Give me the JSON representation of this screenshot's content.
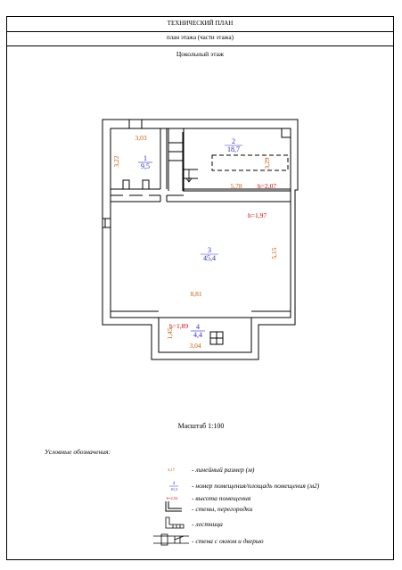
{
  "header": {
    "title": "ТЕХНИЧЕСКИЙ ПЛАН",
    "subtitle": "план этажа (части этажа)"
  },
  "floor_name": "Цокольный этаж",
  "rooms": [
    {
      "number": "1",
      "area": "9,5"
    },
    {
      "number": "2",
      "area": "18,7"
    },
    {
      "number": "3",
      "area": "45,4"
    },
    {
      "number": "4",
      "area": "4,4"
    }
  ],
  "dimensions": {
    "r1_width": "3,03",
    "r1_height": "3,22",
    "r2_width": "5,78",
    "r2_height": "3,29",
    "r3_width": "8,81",
    "r3_height": "5,15",
    "r4_width": "3,04",
    "r4_height": "1,45"
  },
  "heights": {
    "r2": "h=2,07",
    "r3": "h=1,97",
    "r4": "h=1,89"
  },
  "scale": "Масштаб 1:100",
  "legend": {
    "title": "Условные обозначения:",
    "linear_sample": "4,17",
    "linear_label": "- линейный размер (м)",
    "room_sample_number": "4",
    "room_sample_area": "10,3",
    "room_label": "- номер помещения/площадь помещения (м2)",
    "height_sample": "h=2,52",
    "height_label": "- высота помещения",
    "walls_label": "- стены, перегородки",
    "stairs_label": "- лестница",
    "window_door_label": "- стена с окном и дверью"
  },
  "colors": {
    "room_label": "#2a2acc",
    "dimension": "#c85a00",
    "height": "#d40000",
    "line": "#000000"
  }
}
